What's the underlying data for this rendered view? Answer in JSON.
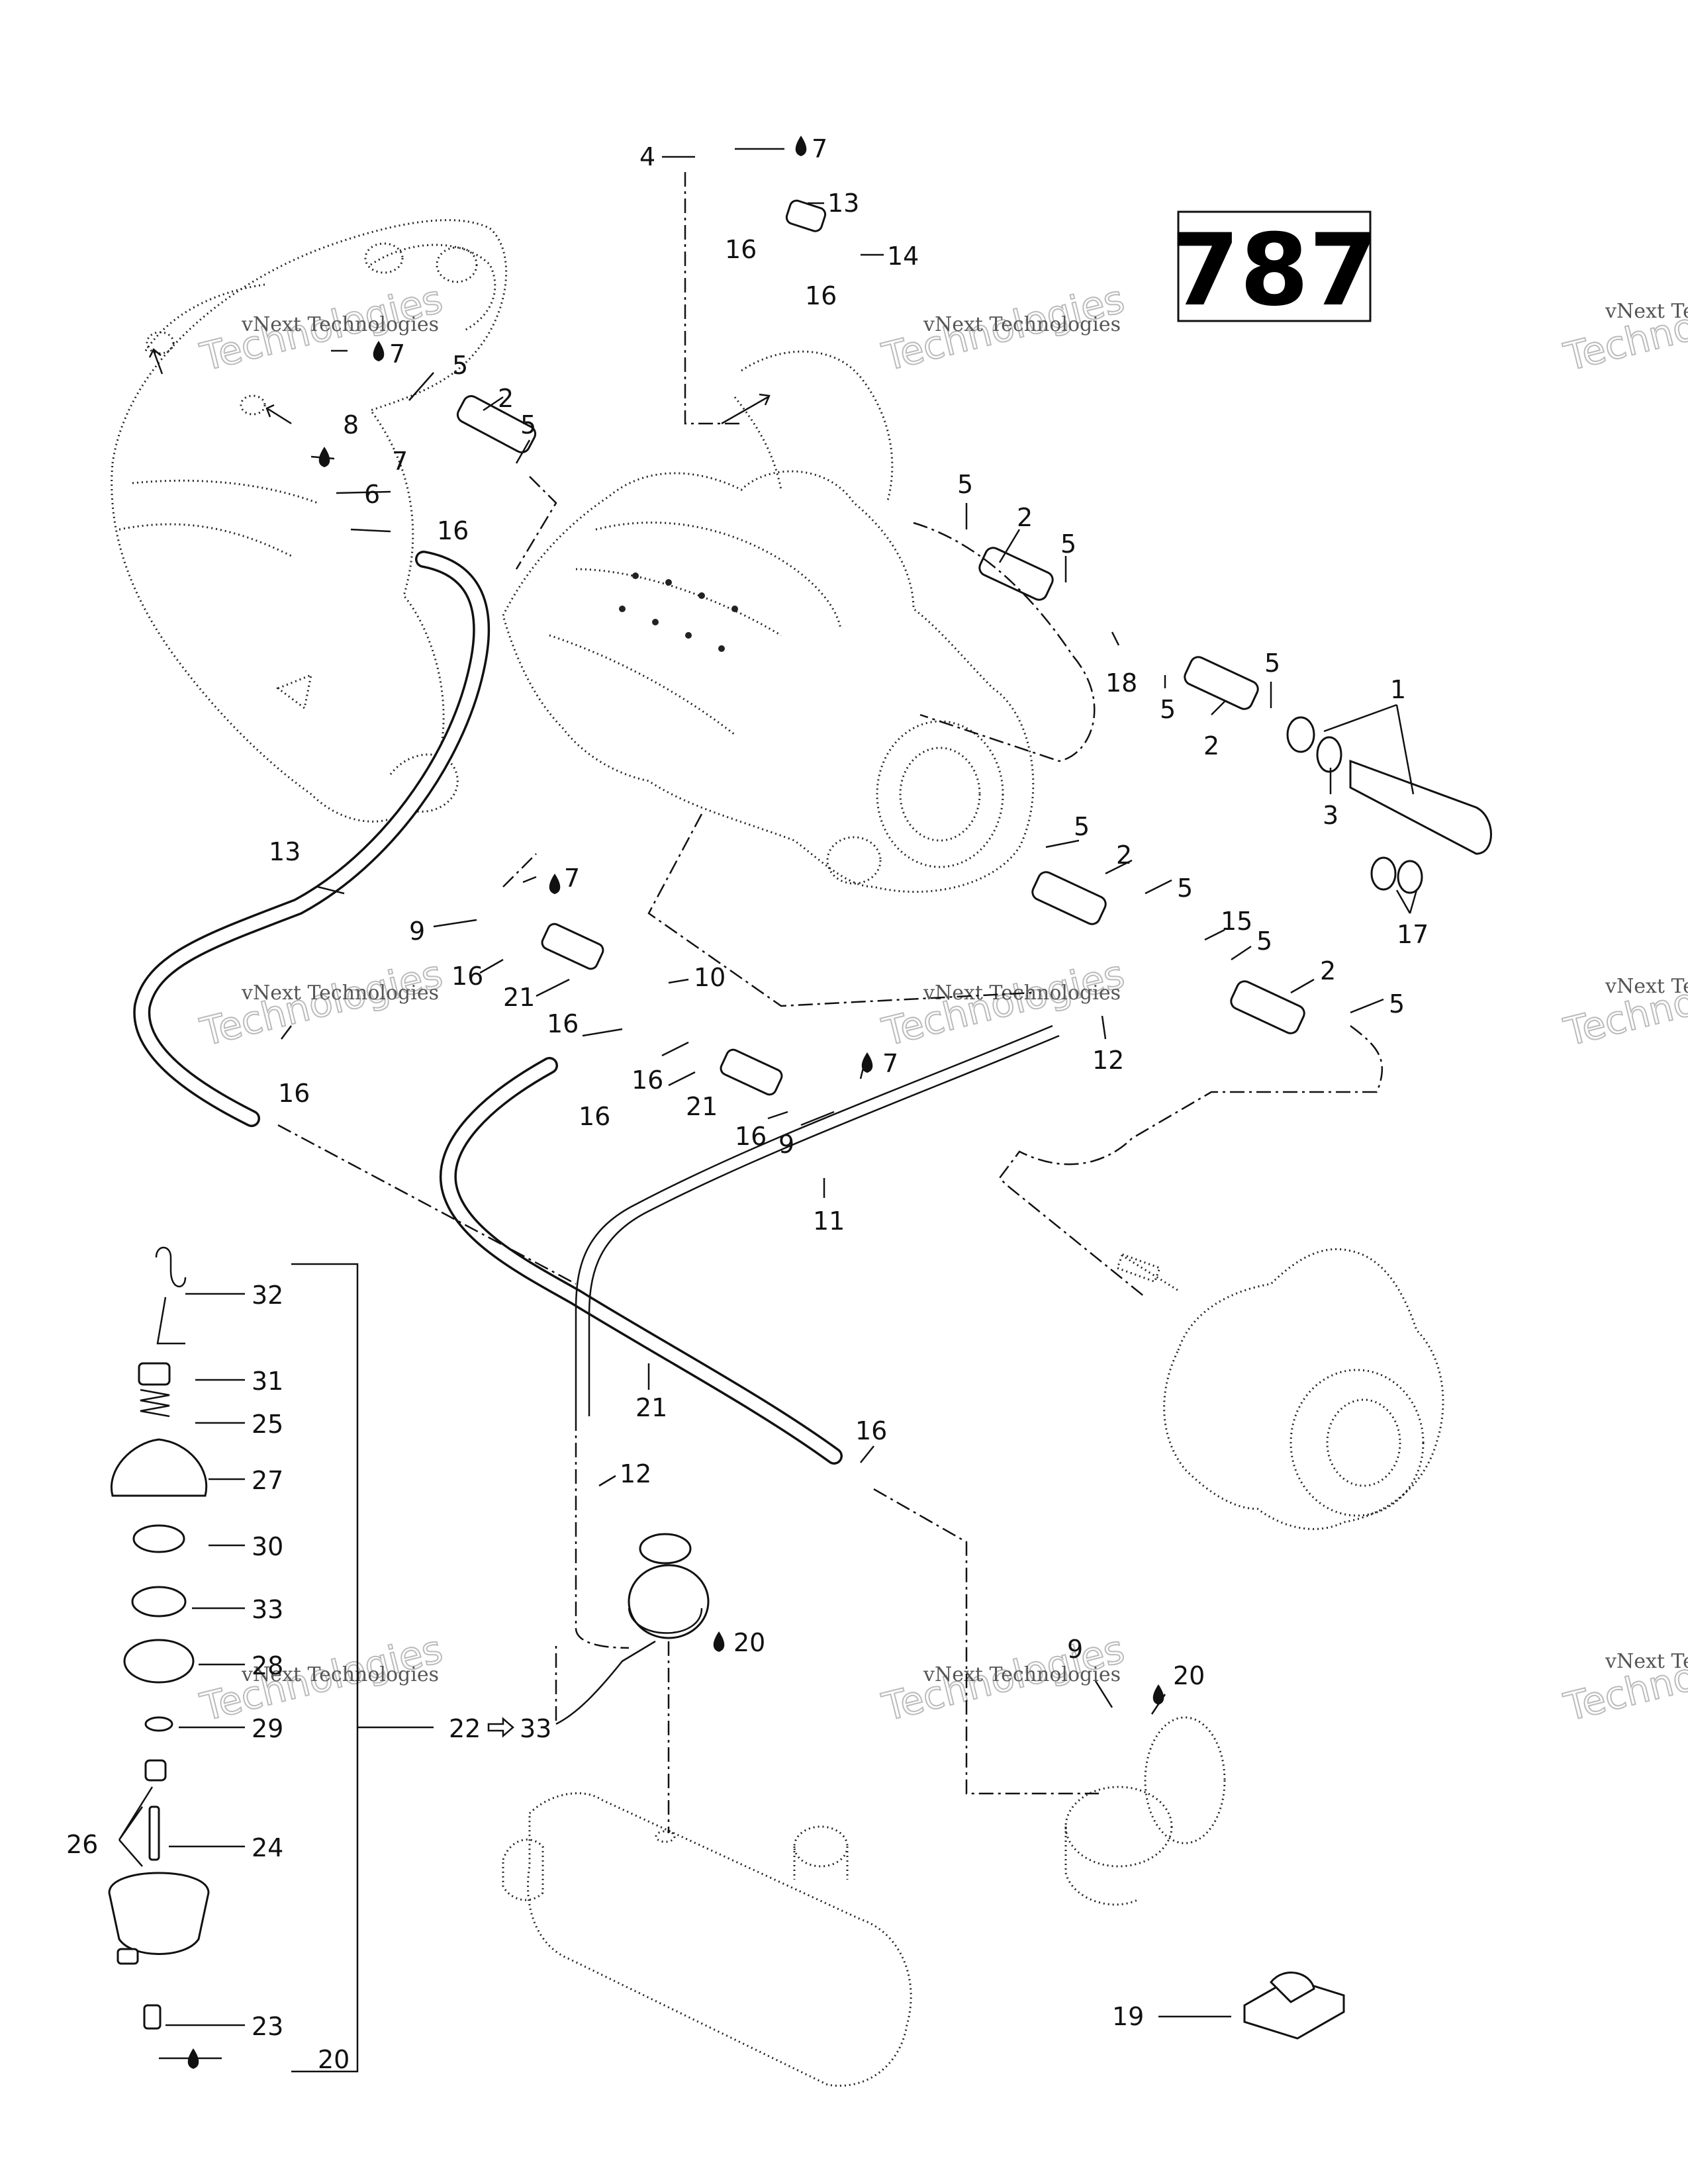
{
  "diagram": {
    "reference_number": "787",
    "watermark": {
      "line1": "vNext Technologies",
      "line2": "Technologies"
    },
    "callouts": [
      {
        "id": "c4",
        "text": "4"
      },
      {
        "id": "c7a",
        "text": "7"
      },
      {
        "id": "c13a",
        "text": "13"
      },
      {
        "id": "c16a",
        "text": "16"
      },
      {
        "id": "c14",
        "text": "14"
      },
      {
        "id": "c16b",
        "text": "16"
      },
      {
        "id": "c7b",
        "text": "7"
      },
      {
        "id": "c5a",
        "text": "5"
      },
      {
        "id": "c2a",
        "text": "2"
      },
      {
        "id": "c8",
        "text": "8"
      },
      {
        "id": "c5b",
        "text": "5"
      },
      {
        "id": "c7c",
        "text": "7"
      },
      {
        "id": "c6",
        "text": "6"
      },
      {
        "id": "c16c",
        "text": "16"
      },
      {
        "id": "c5c",
        "text": "5"
      },
      {
        "id": "c2b",
        "text": "2"
      },
      {
        "id": "c5d",
        "text": "5"
      },
      {
        "id": "c18",
        "text": "18"
      },
      {
        "id": "c5e",
        "text": "5"
      },
      {
        "id": "c5f",
        "text": "5"
      },
      {
        "id": "c2c",
        "text": "2"
      },
      {
        "id": "c1",
        "text": "1"
      },
      {
        "id": "c3",
        "text": "3"
      },
      {
        "id": "c17",
        "text": "17"
      },
      {
        "id": "c13b",
        "text": "13"
      },
      {
        "id": "c7d",
        "text": "7"
      },
      {
        "id": "c9a",
        "text": "9"
      },
      {
        "id": "c16d",
        "text": "16"
      },
      {
        "id": "c21a",
        "text": "21"
      },
      {
        "id": "c10",
        "text": "10"
      },
      {
        "id": "c16e",
        "text": "16"
      },
      {
        "id": "c16f",
        "text": "16"
      },
      {
        "id": "c16g",
        "text": "16"
      },
      {
        "id": "c21b",
        "text": "21"
      },
      {
        "id": "c7e",
        "text": "7"
      },
      {
        "id": "c16h",
        "text": "16"
      },
      {
        "id": "c9b",
        "text": "9"
      },
      {
        "id": "c5g",
        "text": "5"
      },
      {
        "id": "c2d",
        "text": "2"
      },
      {
        "id": "c5h",
        "text": "5"
      },
      {
        "id": "c15",
        "text": "15"
      },
      {
        "id": "c5i",
        "text": "5"
      },
      {
        "id": "c2e",
        "text": "2"
      },
      {
        "id": "c5j",
        "text": "5"
      },
      {
        "id": "c12a",
        "text": "12"
      },
      {
        "id": "c16i",
        "text": "16"
      },
      {
        "id": "c11",
        "text": "11"
      },
      {
        "id": "c32",
        "text": "32"
      },
      {
        "id": "c31",
        "text": "31"
      },
      {
        "id": "c25",
        "text": "25"
      },
      {
        "id": "c27",
        "text": "27"
      },
      {
        "id": "c30",
        "text": "30"
      },
      {
        "id": "c33a",
        "text": "33"
      },
      {
        "id": "c28",
        "text": "28"
      },
      {
        "id": "c29",
        "text": "29"
      },
      {
        "id": "c22",
        "text": "22"
      },
      {
        "id": "c33b",
        "text": "33"
      },
      {
        "id": "c26",
        "text": "26"
      },
      {
        "id": "c24",
        "text": "24"
      },
      {
        "id": "c23",
        "text": "23"
      },
      {
        "id": "c20a",
        "text": "20"
      },
      {
        "id": "c21c",
        "text": "21"
      },
      {
        "id": "c16j",
        "text": "16"
      },
      {
        "id": "c12b",
        "text": "12"
      },
      {
        "id": "c20b",
        "text": "20"
      },
      {
        "id": "c9c",
        "text": "9"
      },
      {
        "id": "c20c",
        "text": "20"
      },
      {
        "id": "c19",
        "text": "19"
      }
    ]
  }
}
